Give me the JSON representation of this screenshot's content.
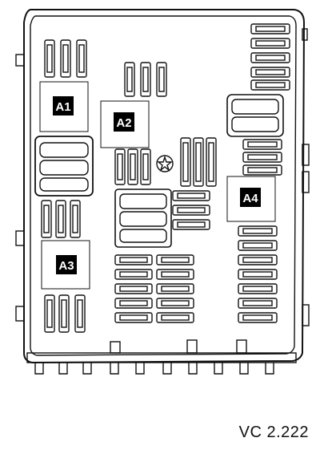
{
  "diagram": {
    "reference_code": "VC 2.222",
    "blocks": [
      {
        "id": "A1",
        "label": "A1"
      },
      {
        "id": "A2",
        "label": "A2"
      },
      {
        "id": "A3",
        "label": "A3"
      },
      {
        "id": "A4",
        "label": "A4"
      }
    ],
    "colors": {
      "line": "#111111",
      "label_bg": "#000000",
      "background": "#ffffff"
    }
  }
}
